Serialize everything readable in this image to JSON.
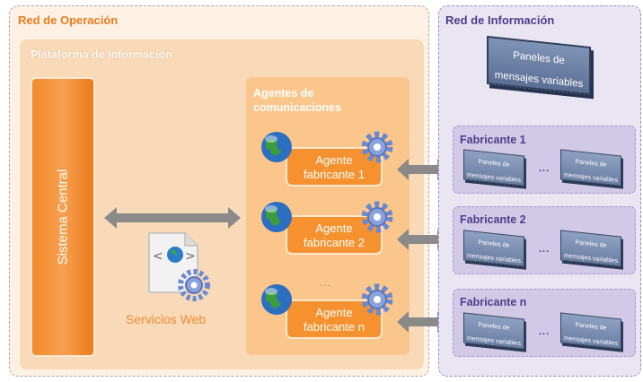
{
  "operation_network": {
    "title": "Red de Operación",
    "platform": {
      "title": "Plataforma de Información",
      "central_system": "Sistema Central",
      "web_services": "Servicios Web",
      "agents_group": {
        "title_line1": "Agentes de",
        "title_line2": "comunicaciones",
        "agents": [
          {
            "line1": "Agente",
            "line2": "fabricante 1"
          },
          {
            "line1": "Agente",
            "line2": "fabricante 2"
          },
          {
            "line1": "Agente",
            "line2": "fabricante n"
          }
        ],
        "ellipsis": "..."
      }
    }
  },
  "information_network": {
    "title": "Red de Información",
    "main_panel": {
      "line1": "Paneles de",
      "line2": "mensajes variables"
    },
    "manufacturers": [
      {
        "title": "Fabricante 1",
        "panel_line1": "Paneles de",
        "panel_line2": "mensajes variables",
        "ellipsis": "..."
      },
      {
        "title": "Fabricante 2",
        "panel_line1": "Paneles de",
        "panel_line2": "mensajes variables",
        "ellipsis": "..."
      },
      {
        "title": "Fabricante n",
        "panel_line1": "Paneles de",
        "panel_line2": "mensajes variables",
        "ellipsis": "..."
      }
    ]
  },
  "colors": {
    "orange_accent": "#e87d1e",
    "purple_accent": "#4c3d8a",
    "arrow_gray": "#8a8a8a"
  },
  "icons": [
    "globe-icon",
    "gear-icon",
    "web-document-icon",
    "double-arrow-icon"
  ]
}
